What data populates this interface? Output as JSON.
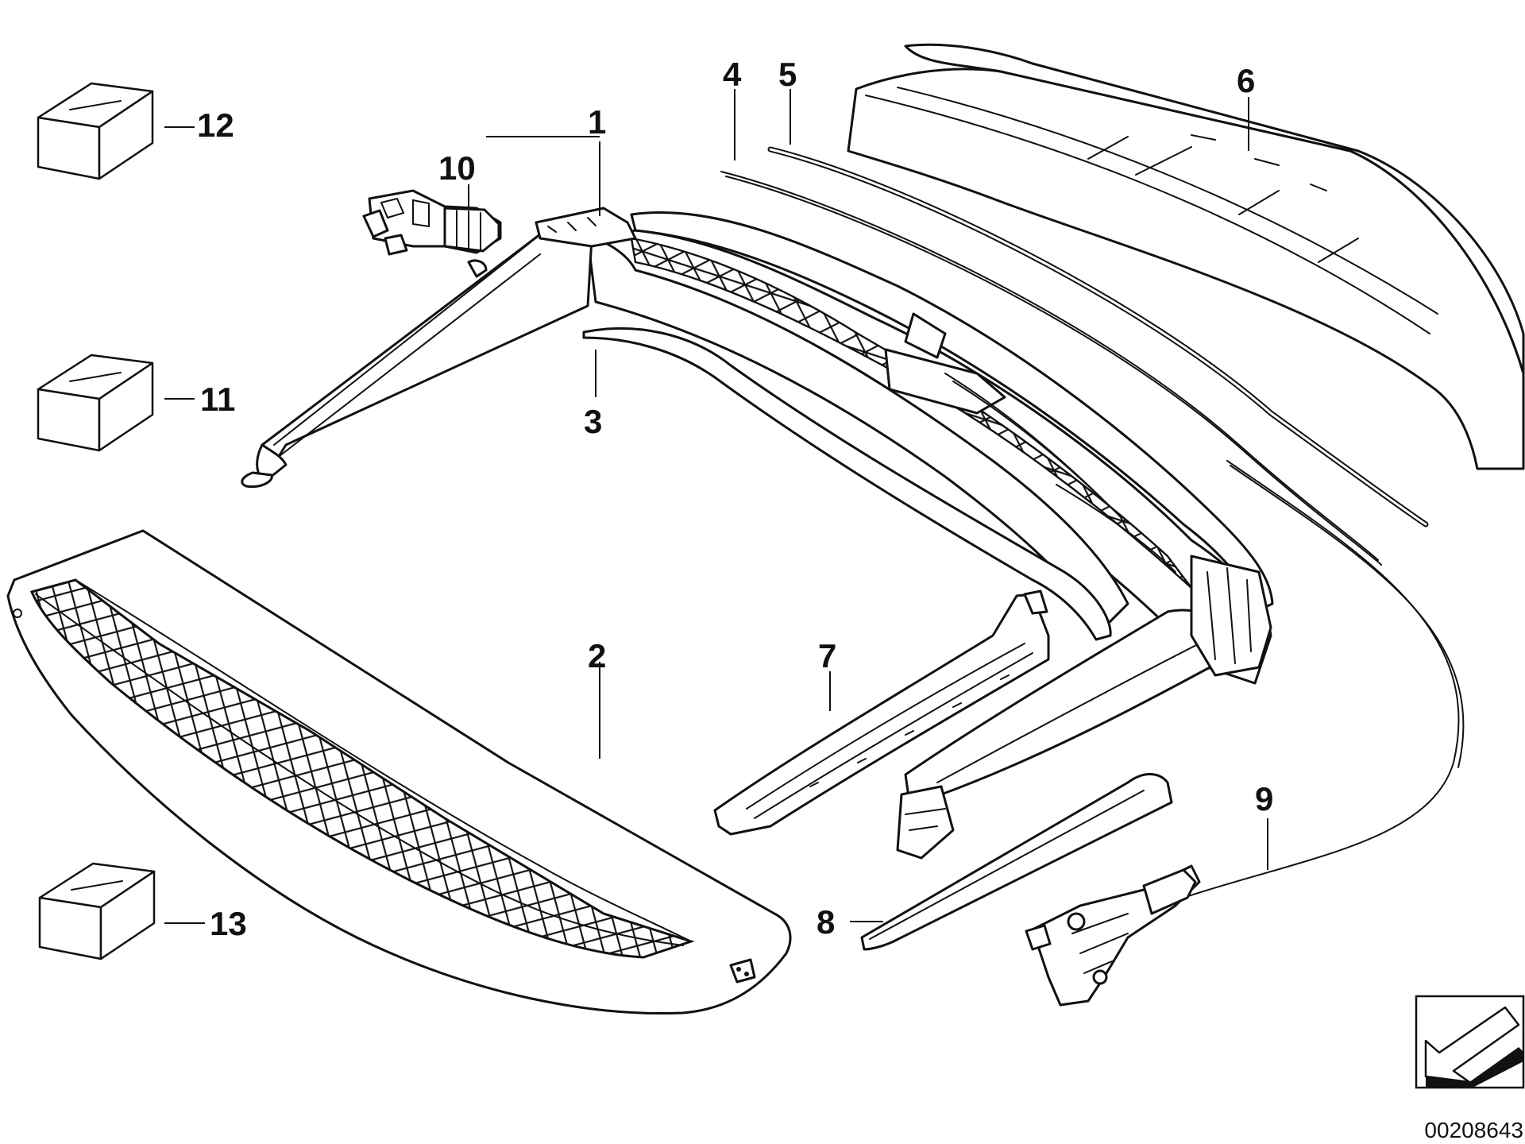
{
  "callouts": [
    "1",
    "2",
    "3",
    "4",
    "5",
    "6",
    "7",
    "8",
    "9",
    "10",
    "11",
    "12",
    "13"
  ],
  "drawing_code": "00208643",
  "icons": {
    "orientation": "arrow-pointer-icon",
    "package": "box-icon"
  }
}
